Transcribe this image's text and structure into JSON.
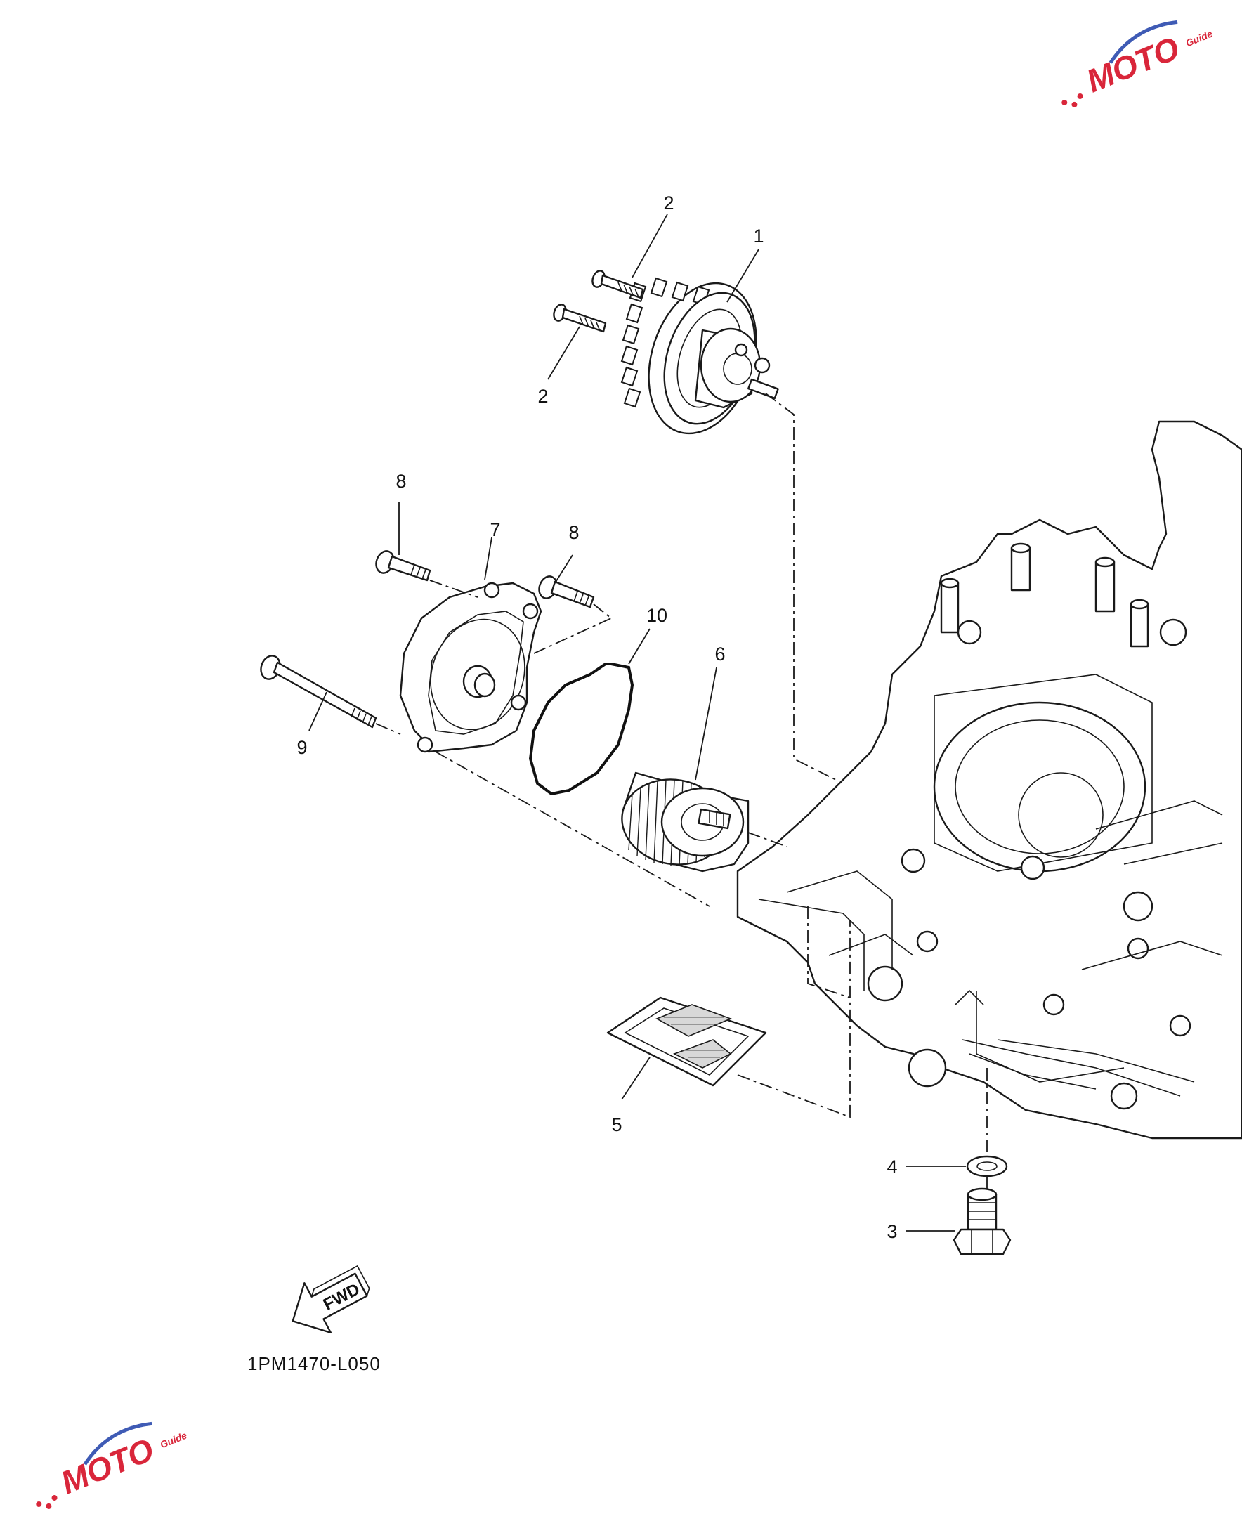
{
  "diagram": {
    "drawing_code": "1PM1470-L050",
    "fwd_label": "FWD",
    "callouts": [
      "1",
      "2",
      "2",
      "3",
      "4",
      "5",
      "6",
      "7",
      "8",
      "8",
      "9",
      "10"
    ]
  },
  "watermark": {
    "brand": "MOTO",
    "tagline": "Guide"
  },
  "colors": {
    "line": "#1a1a1a",
    "watermark_red": "#d9263a",
    "watermark_blue": "#3f5bb5"
  }
}
